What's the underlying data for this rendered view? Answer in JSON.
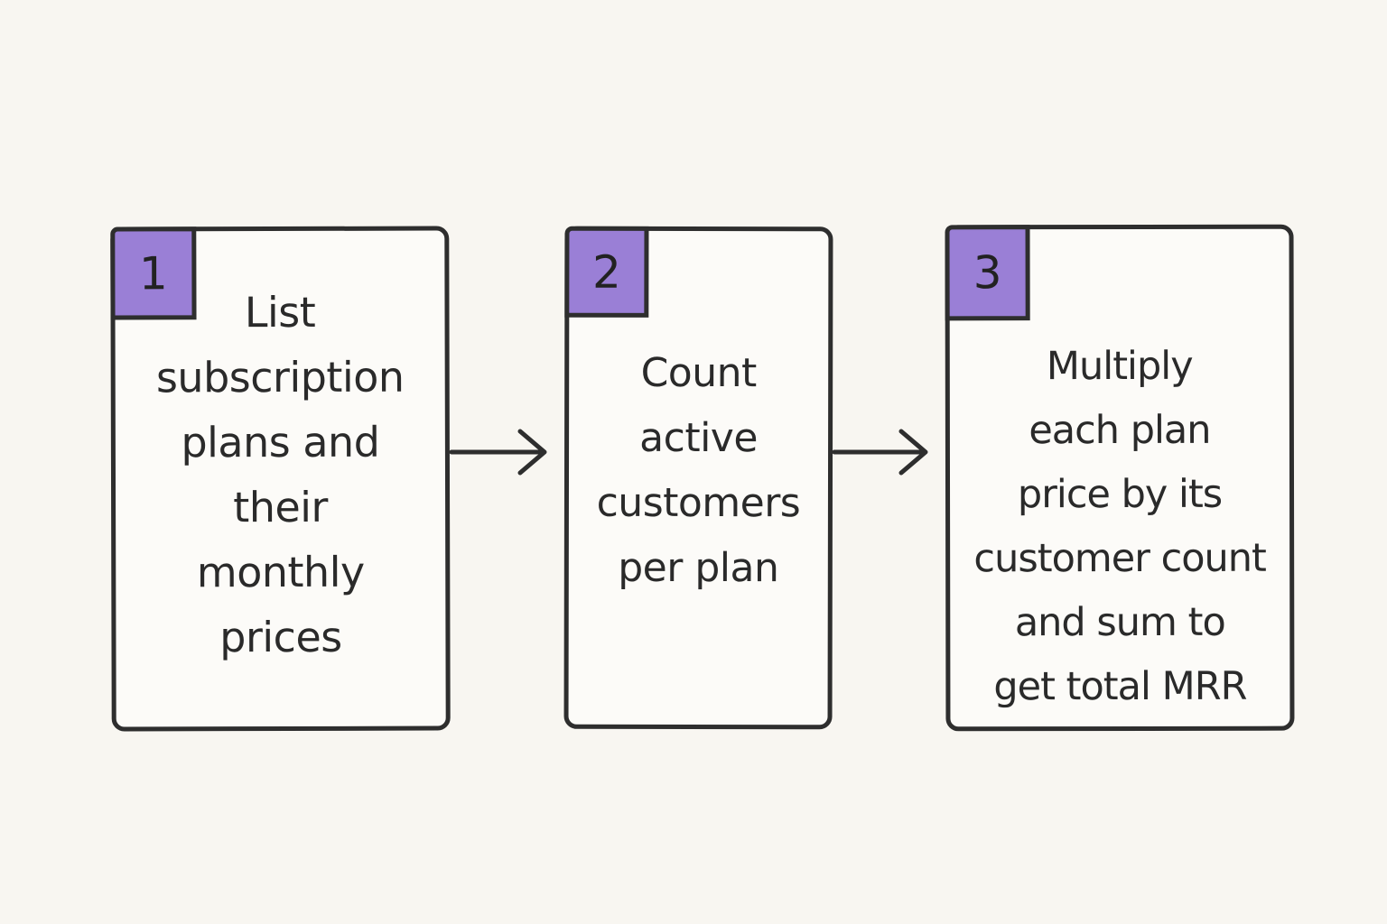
{
  "steps": [
    {
      "number": "1",
      "lines": [
        "List",
        "subscription",
        "plans and",
        "their",
        "monthly",
        "prices"
      ]
    },
    {
      "number": "2",
      "lines": [
        "Count",
        "active",
        "customers",
        "per plan"
      ]
    },
    {
      "number": "3",
      "lines": [
        "Multiply",
        "each plan",
        "price by its",
        "customer count",
        "and sum to",
        "get total MRR"
      ]
    }
  ],
  "colors": {
    "background": "#f8f6f1",
    "card_fill": "#fcfbf8",
    "stroke": "#2e2e2e",
    "badge": "#9a7fd6"
  }
}
